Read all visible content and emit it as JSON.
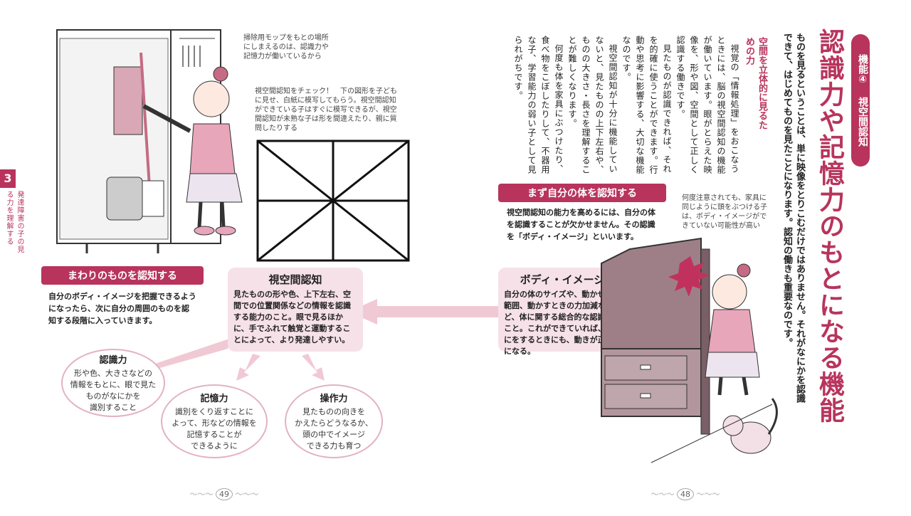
{
  "right_page": {
    "category_label": "機能④ 視空間認知",
    "title": "認識力や記憶力のもとになる機能",
    "lead": "ものを見るということは、単に映像をとりこむだけではありません。それがなにかを認識できて、はじめてものを見たことになります。認知の働きも重要なのです。",
    "subhead": "空間を立体的に見るための力",
    "body": [
      "視覚の「情報処理」をおこなうときには、脳の視空間認知の機能が働いています。眼がとらえた映像を、形や図、空間として正しく認識する働きです。",
      "見たものが認識できれば、それを的確に使うことができます。行動や思考に影響する、大切な機能なのです。",
      "視空間認知が十分に機能していないと、見たものの上下左右や、ものの大きさ・長さを理解することが難しくなります。",
      "何度も体を家具にぶつけたり、食べ物をこぼしたりして、不器用な子、学習能力の弱い子として見られがちです。"
    ],
    "box_title": "まず自分の体を認知する",
    "box_text": "視空間認知の能力を高めるには、自分の体を認識することが欠かせません。その認識を「ボディ・イメージ」といいます。",
    "caption": "何度注意されても、家具に同じように頭をぶつける子は、ボディ・イメージができていない可能性が高い",
    "page_number": "48"
  },
  "left_page": {
    "chapter_number": "3",
    "chapter_title": "発達障害の子の見る力を理解する",
    "caption_top": "掃除用モップをもとの場所にしまえるのは、認識力や記憶力が働いているから",
    "caption_check": "視空間認知をチェック！　下の図形を子どもに見せ、白紙に模写してもらう。視空間認知ができている子はすぐに模写できるが、視空間認知が未熟な子は形を間違えたり、親に質問したりする",
    "page_number": "49"
  },
  "diagram": {
    "body_image": {
      "title": "ボディ・イメージ",
      "text": "自分の体のサイズや、動かせる範囲、動かすときの力加減など、体に関する総合的な認識のこと。これができていれば、なにをするときにも、動きが正確になる。"
    },
    "visuospatial": {
      "title": "視空間認知",
      "text": "見たものの形や色、上下左右、空間での位置関係などの情報を認識する能力のこと。眼で見るほかに、手でふれて触覚と運動することによって、より発達しやすい。"
    },
    "surroundings": {
      "title": "まわりのものを認知する",
      "text": "自分のボディ・イメージを把握できるようになったら、次に自分の周囲のものを認知する段階に入っていきます。"
    },
    "ovals": [
      {
        "title": "認識力",
        "text": "形や色、大きさなどの\n情報をもとに、眼で見た\nものがなにかを\n識別すること"
      },
      {
        "title": "記憶力",
        "text": "識別をくり返すことに\nよって、形などの情報を\n記憶することが\nできるように"
      },
      {
        "title": "操作力",
        "text": "見たものの向きを\nかえたらどうなるか、\n頭の中でイメージ\nできる力も育つ"
      }
    ]
  },
  "colors": {
    "accent": "#b8345d",
    "light_pink": "#f6e1e8",
    "arrow": "#f0c9d5"
  }
}
